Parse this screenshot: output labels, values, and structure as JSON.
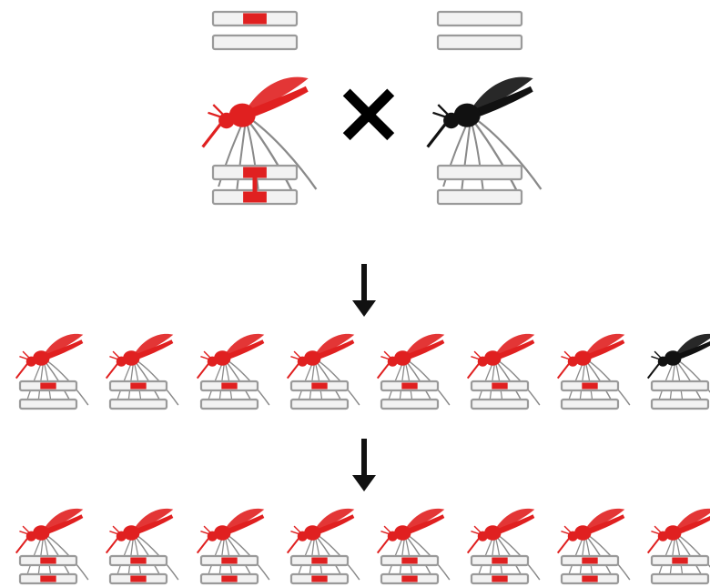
{
  "colors": {
    "modified": "#e02020",
    "wild": "#111111",
    "chrom_fill": "#f2f2f2",
    "chrom_stroke": "#9a9a9a",
    "ink": "#111111"
  },
  "cross_symbol": "×",
  "parents": {
    "left": {
      "mosquito": "modified",
      "top_pair": [
        "marked",
        "plain"
      ],
      "bottom_pair": "linked"
    },
    "right": {
      "mosquito": "wild",
      "top_pair": [
        "plain",
        "plain"
      ],
      "bottom_pair": "plain"
    }
  },
  "generation_1": [
    {
      "mosquito": "modified",
      "chromosomes": [
        "marked",
        "plain"
      ]
    },
    {
      "mosquito": "modified",
      "chromosomes": [
        "marked",
        "plain"
      ]
    },
    {
      "mosquito": "modified",
      "chromosomes": [
        "marked",
        "plain"
      ]
    },
    {
      "mosquito": "modified",
      "chromosomes": [
        "marked",
        "plain"
      ]
    },
    {
      "mosquito": "modified",
      "chromosomes": [
        "marked",
        "plain"
      ]
    },
    {
      "mosquito": "modified",
      "chromosomes": [
        "marked",
        "plain"
      ]
    },
    {
      "mosquito": "modified",
      "chromosomes": [
        "marked",
        "plain"
      ]
    },
    {
      "mosquito": "wild",
      "chromosomes": [
        "plain",
        "plain"
      ]
    }
  ],
  "generation_2": [
    {
      "mosquito": "modified",
      "chromosomes": [
        "marked",
        "marked"
      ]
    },
    {
      "mosquito": "modified",
      "chromosomes": [
        "marked",
        "marked"
      ]
    },
    {
      "mosquito": "modified",
      "chromosomes": [
        "marked",
        "marked"
      ]
    },
    {
      "mosquito": "modified",
      "chromosomes": [
        "marked",
        "marked"
      ]
    },
    {
      "mosquito": "modified",
      "chromosomes": [
        "marked",
        "marked"
      ]
    },
    {
      "mosquito": "modified",
      "chromosomes": [
        "marked",
        "marked"
      ]
    },
    {
      "mosquito": "modified",
      "chromosomes": [
        "marked",
        "marked"
      ]
    },
    {
      "mosquito": "modified",
      "chromosomes": [
        "marked",
        "plain"
      ]
    }
  ]
}
